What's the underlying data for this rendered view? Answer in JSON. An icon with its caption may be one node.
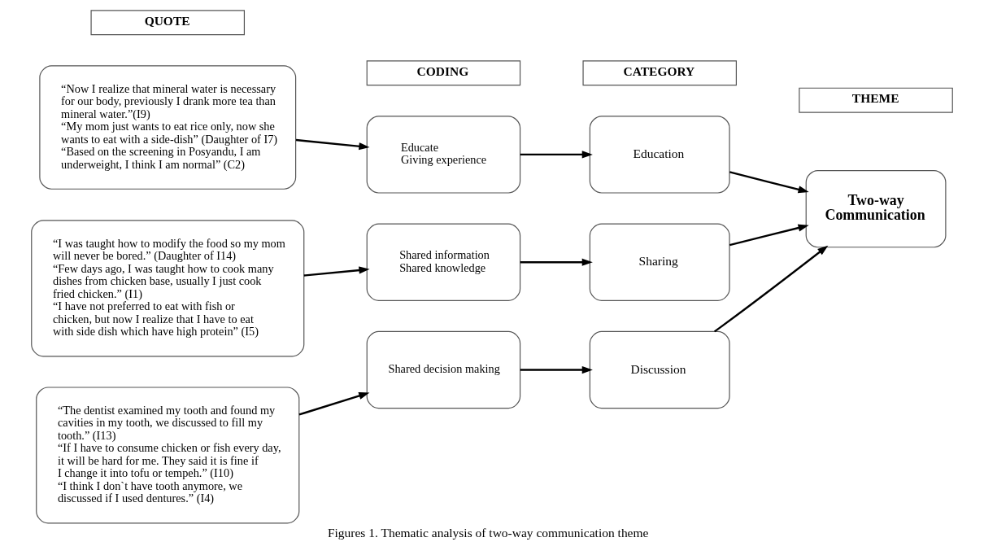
{
  "diagram": {
    "caption": "Figures 1. Thematic analysis of two-way communication theme",
    "nodes": [
      {
        "text": [
          "QUOTE"
        ]
      },
      {
        "text": [
          "CODING"
        ]
      },
      {
        "text": [
          "CATEGORY"
        ]
      },
      {
        "text": [
          "THEME"
        ]
      },
      {
        "text": [
          "“Now I realize that mineral water is necessary for our body, previously I drank more tea than mineral water.”(I9)",
          "“My mom just wants to eat rice only, now she wants to eat with a side-dish” (Daughter of I7)",
          "“Based on the screening in Posyandu, I am underweight, I think I am normal” (C2)"
        ]
      },
      {
        "text": [
          "Educate",
          "Giving experience"
        ]
      },
      {
        "text": [
          "Education"
        ]
      },
      {
        "text": [
          "“I was taught how to modify the food so my mom will never be bored.” (Daughter of I14)",
          "“Few days ago, I was taught how to cook many dishes from chicken base, usually I just cook fried chicken.” (I1)",
          "“I have not preferred to eat with fish or chicken, but now I realize that I have to eat with side dish which have high protein” (I5)"
        ]
      },
      {
        "text": [
          "Shared information",
          "Shared knowledge"
        ]
      },
      {
        "text": [
          "Sharing"
        ]
      },
      {
        "text": [
          "Two-way Communication"
        ]
      },
      {
        "text": [
          "“The dentist examined my tooth and found my cavities in my tooth, we discussed to fill my tooth.” (I13)",
          "“If I have to consume chicken or fish every day, it will be hard for me. They said it is fine if I change it into tofu or tempeh.” (I10)",
          "“I think I don`t have tooth anymore, we discussed if I used dentures.” (I4)"
        ]
      },
      {
        "text": [
          "Shared decision making"
        ]
      },
      {
        "text": [
          "Discussion"
        ]
      }
    ],
    "edges": [
      {
        "from": 4,
        "to": 5,
        "arrow": "to"
      },
      {
        "from": 5,
        "to": 6,
        "arrow": "to"
      },
      {
        "from": 6,
        "to": 10,
        "arrow": "to"
      },
      {
        "from": 7,
        "to": 8,
        "arrow": "to"
      },
      {
        "from": 8,
        "to": 9,
        "arrow": "to"
      },
      {
        "from": 9,
        "to": 10,
        "arrow": "to"
      },
      {
        "from": 11,
        "to": 12,
        "arrow": "to"
      },
      {
        "from": 12,
        "to": 13,
        "arrow": "to"
      },
      {
        "from": 13,
        "to": 10,
        "arrow": "to"
      }
    ]
  }
}
